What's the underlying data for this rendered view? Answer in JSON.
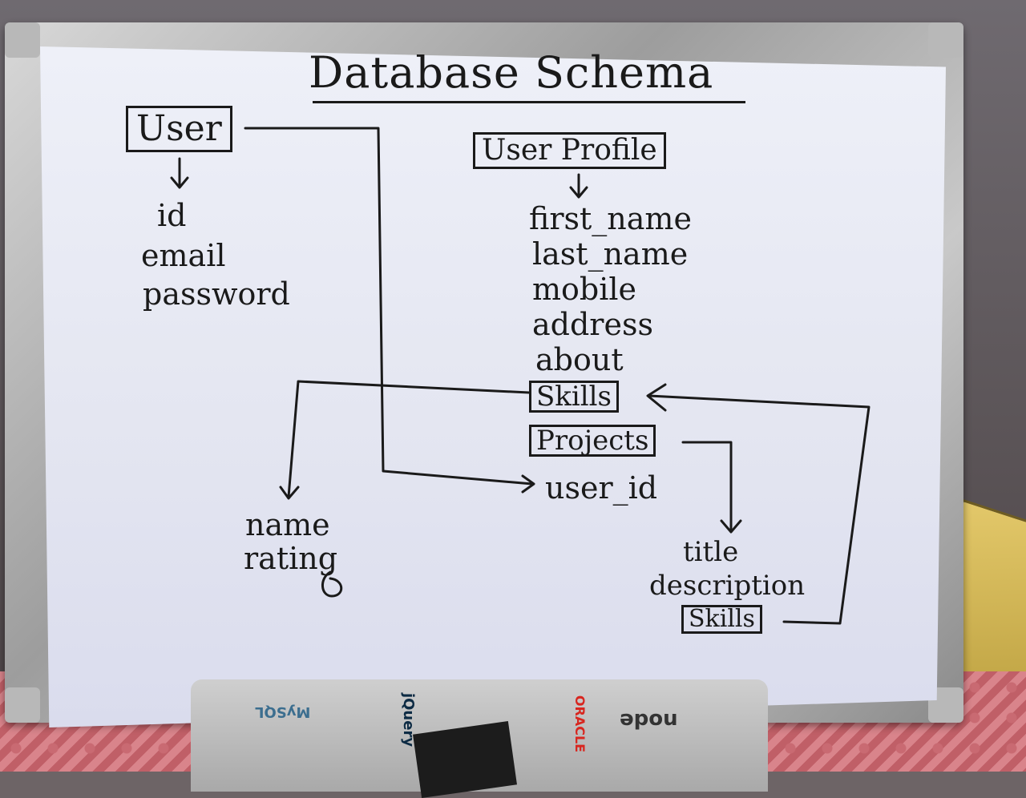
{
  "board": {
    "title": "Database Schema",
    "tables": {
      "user": {
        "label": "User",
        "fields": [
          "id",
          "email",
          "password"
        ]
      },
      "user_profile": {
        "label": "User Profile",
        "fields": [
          "first_name",
          "last_name",
          "mobile",
          "address",
          "about"
        ],
        "skills_label": "Skills",
        "projects_label": "Projects",
        "user_id_label": "user_id"
      },
      "skills": {
        "fields": [
          "name",
          "rating"
        ]
      },
      "projects": {
        "fields": [
          "title",
          "description"
        ],
        "skills_label": "Skills"
      }
    }
  },
  "laptop_stickers": [
    "MySQL",
    "jQuery",
    "ORACLE",
    "node"
  ],
  "colors": {
    "marker": "#1a1a1a",
    "board": "#e6e8f2",
    "frame": "#b5b5b5"
  }
}
